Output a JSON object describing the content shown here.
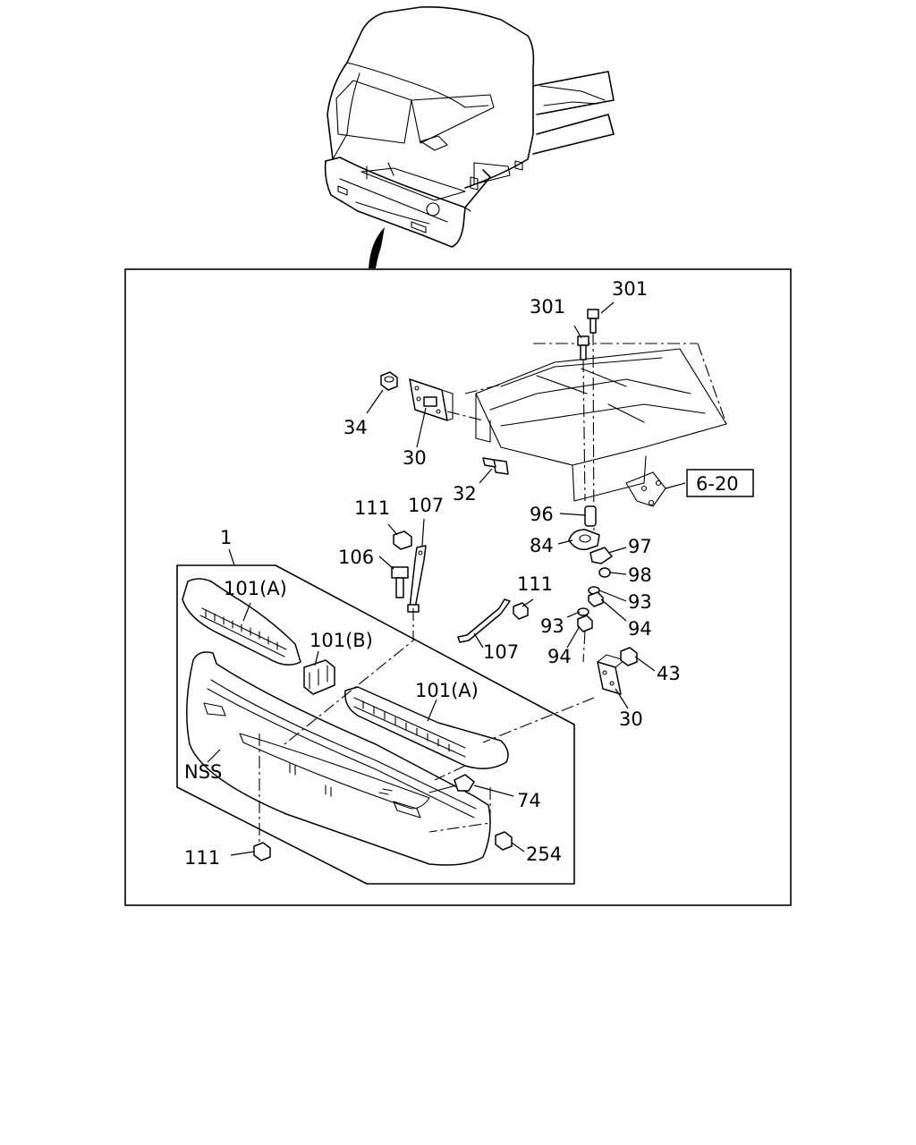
{
  "callouts": [
    {
      "id": "c301a",
      "text": "301"
    },
    {
      "id": "c301b",
      "text": "301"
    },
    {
      "id": "c34",
      "text": "34"
    },
    {
      "id": "c30a",
      "text": "30"
    },
    {
      "id": "c32",
      "text": "32"
    },
    {
      "id": "c620",
      "text": "6-20"
    },
    {
      "id": "c111a",
      "text": "111"
    },
    {
      "id": "c107a",
      "text": "107"
    },
    {
      "id": "c96",
      "text": "96"
    },
    {
      "id": "c84",
      "text": "84"
    },
    {
      "id": "c97",
      "text": "97"
    },
    {
      "id": "c1",
      "text": "1"
    },
    {
      "id": "c106",
      "text": "106"
    },
    {
      "id": "c98",
      "text": "98"
    },
    {
      "id": "c111b",
      "text": "111"
    },
    {
      "id": "c93a",
      "text": "93"
    },
    {
      "id": "c101aA",
      "text": "101(A)"
    },
    {
      "id": "c93b",
      "text": "93"
    },
    {
      "id": "c94a",
      "text": "94"
    },
    {
      "id": "c101B",
      "text": "101(B)"
    },
    {
      "id": "c107b",
      "text": "107"
    },
    {
      "id": "c94b",
      "text": "94"
    },
    {
      "id": "c43",
      "text": "43"
    },
    {
      "id": "c101bA",
      "text": "101(A)"
    },
    {
      "id": "c30b",
      "text": "30"
    },
    {
      "id": "cNSS",
      "text": "NSS"
    },
    {
      "id": "c74",
      "text": "74"
    },
    {
      "id": "c111c",
      "text": "111"
    },
    {
      "id": "c254",
      "text": "254"
    }
  ]
}
